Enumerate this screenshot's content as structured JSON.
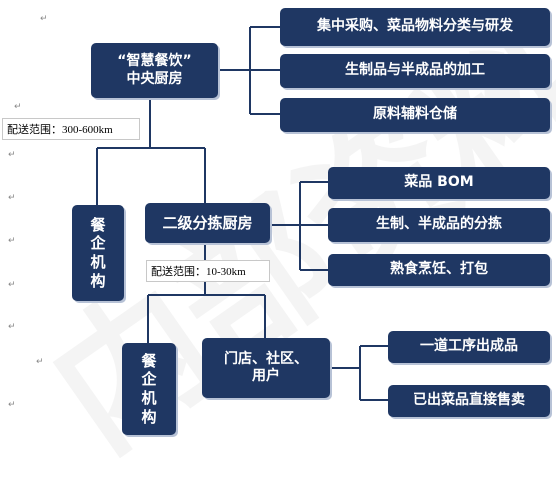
{
  "watermark": "内部资料",
  "top": {
    "hub": "“智慧餐饮”中央厨房",
    "hub_line1": "“智慧餐饮”",
    "hub_line2": "中央厨房",
    "outputs": [
      "集中采购、菜品物料分类与研发",
      "生制品与半成品的加工",
      "原料辅料仓储"
    ],
    "range_note": "配送范围：300-600km"
  },
  "middle": {
    "hub": "二级分拣厨房",
    "client_chars": [
      "餐",
      "企",
      "机",
      "构"
    ],
    "outputs": [
      "菜品 BOM",
      "生制、半成品的分拣",
      "熟食烹饪、打包"
    ],
    "range_note": "配送范围：10-30km"
  },
  "bottom": {
    "hub_line1": "门店、社区、",
    "hub_line2": "用户",
    "client_chars": [
      "餐",
      "企",
      "机",
      "构"
    ],
    "outputs": [
      "一道工序出成品",
      "已出菜品直接售卖"
    ]
  },
  "paragraph_mark": "↵"
}
